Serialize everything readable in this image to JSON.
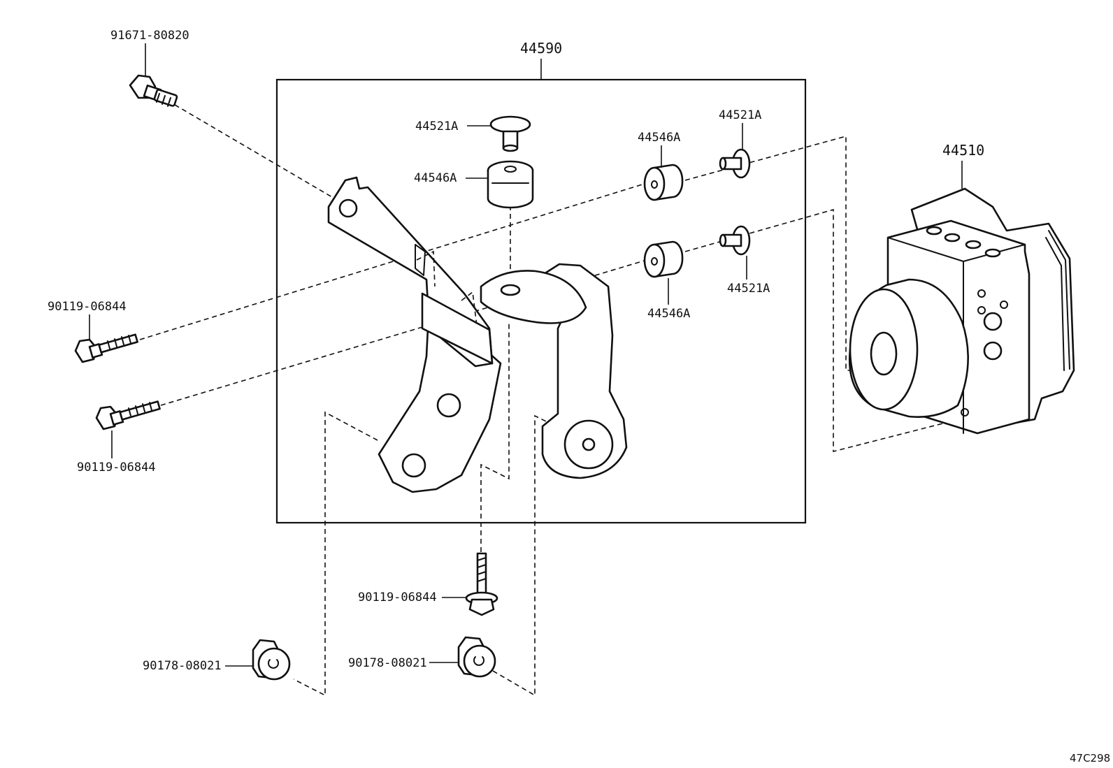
{
  "diagram": {
    "assembly_label": "44590",
    "actuator_label": "44510",
    "drawing_code": "47C298",
    "callouts": {
      "bolt_top": "91671-80820",
      "bolt_left_upper": "90119-06844",
      "bolt_left_lower": "90119-06844",
      "bolt_bottom": "90119-06844",
      "nut_left": "90178-08021",
      "nut_right": "90178-08021",
      "collar_center": "44521A",
      "cushion_center": "44546A",
      "cushion_right_upper": "44546A",
      "collar_right_upper": "44521A",
      "cushion_right_lower": "44546A",
      "collar_right_lower": "44521A"
    }
  }
}
